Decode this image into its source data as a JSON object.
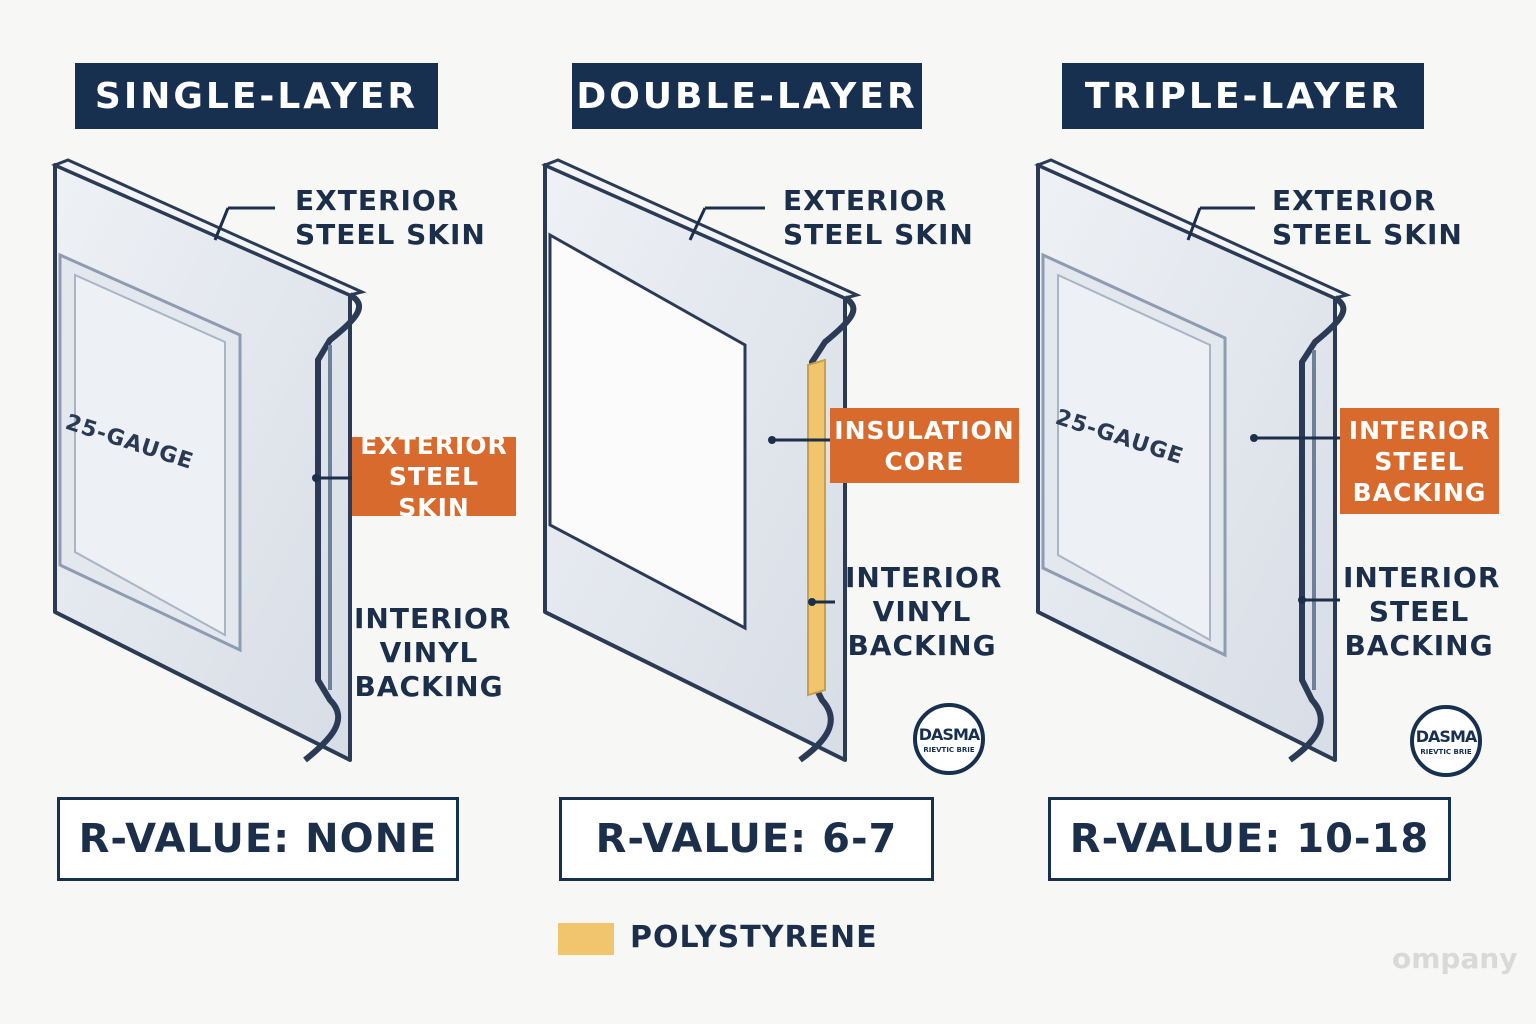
{
  "panels": [
    {
      "title": "SINGLE-LAYER",
      "top_label": [
        "EXTERIOR",
        "STEEL SKIN"
      ],
      "tag": [
        "EXTERIOR",
        "STEEL SKIN"
      ],
      "bottom_label": [
        "INTERIOR",
        "VINYL",
        "BACKING"
      ],
      "gauge": "25-GAUGE",
      "r_value": "R-VALUE: NONE"
    },
    {
      "title": "DOUBLE-LAYER",
      "top_label": [
        "EXTERIOR",
        "STEEL SKIN"
      ],
      "tag": [
        "INSULATION",
        "CORE"
      ],
      "bottom_label": [
        "INTERIOR",
        "VINYL",
        "BACKING"
      ],
      "r_value": "R-VALUE: 6-7"
    },
    {
      "title": "TRIPLE-LAYER",
      "top_label": [
        "EXTERIOR",
        "STEEL SKIN"
      ],
      "tag": [
        "INTERIOR",
        "STEEL",
        "BACKING"
      ],
      "bottom_label": [
        "INTERIOR",
        "STEEL",
        "BACKING"
      ],
      "gauge": "25-GAUGE",
      "r_value": "R-VALUE: 10-18"
    }
  ],
  "legend": {
    "label": "POLYSTYRENE",
    "color": "#f0c56e"
  },
  "badge": {
    "name": "DASMA",
    "subtext": "RIEVTIC BRIE"
  },
  "watermark": "ompany",
  "colors": {
    "navy": "#18304f",
    "orange": "#d86a2e",
    "foam": "#f0c56e"
  }
}
